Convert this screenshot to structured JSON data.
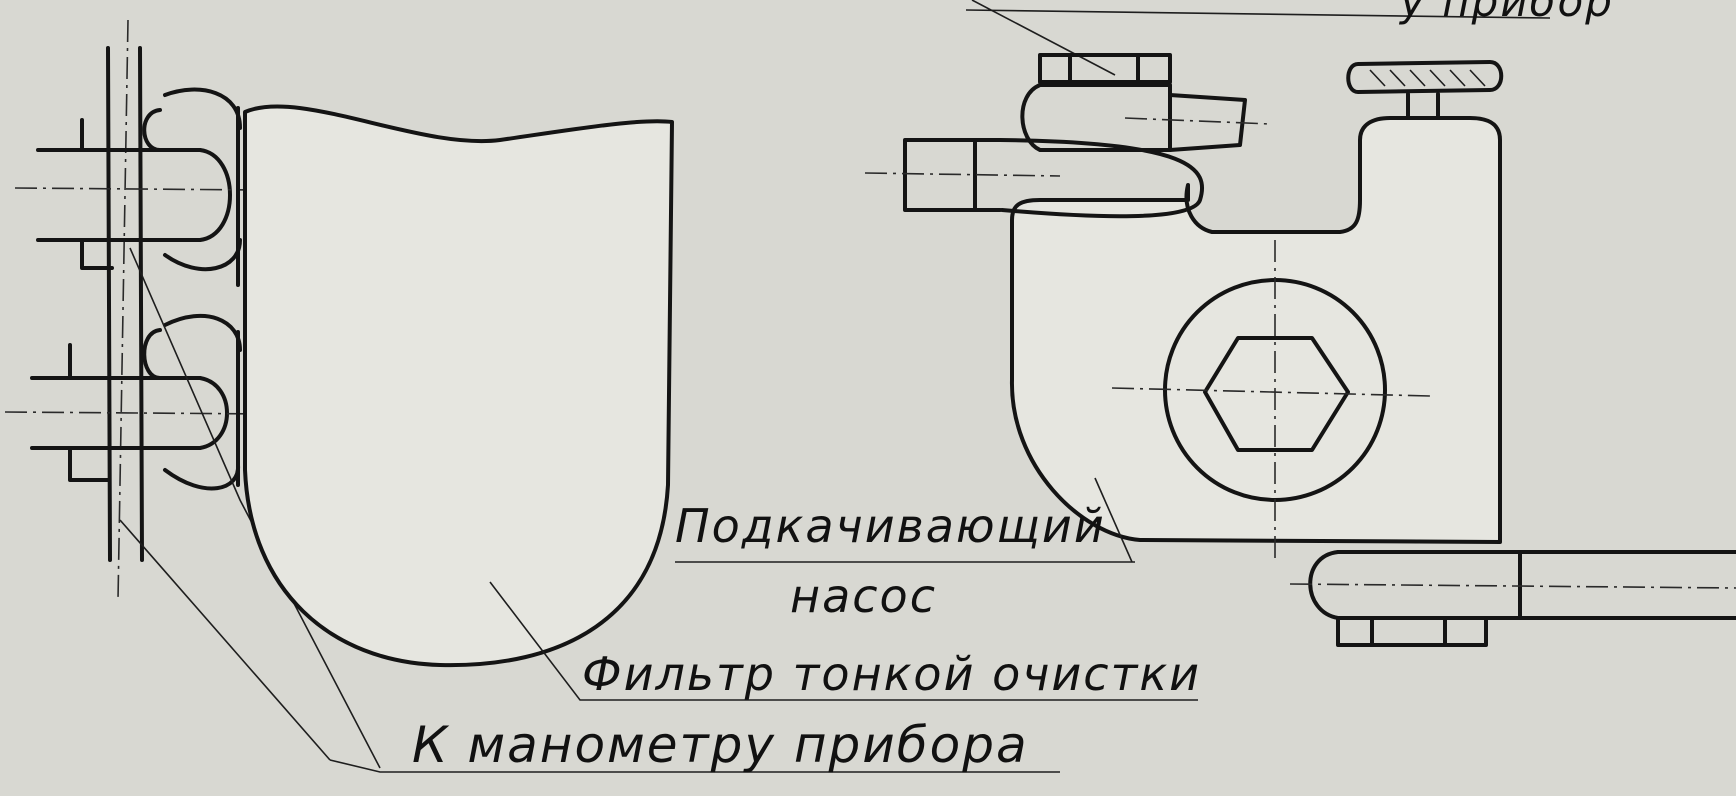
{
  "labels": {
    "pump_line1": "Подкачивающий",
    "pump_line2": "насос",
    "filter": "Фильтр тонкой очистки",
    "gauge": "К манометру прибора",
    "top_partial": "у прибор"
  },
  "colors": {
    "paper": "#d8d8d2",
    "ink": "#141414"
  }
}
